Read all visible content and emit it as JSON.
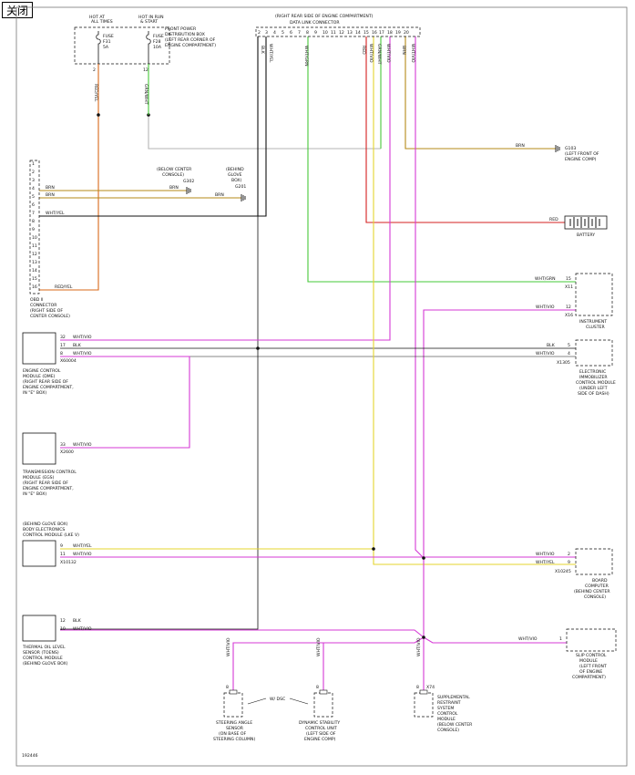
{
  "close_button": "关闭",
  "fuses": {
    "f31_header": [
      "HOT AT",
      "ALL TIMES"
    ],
    "f28_header": [
      "HOT IN RUN",
      "& START"
    ],
    "f31": [
      "FUSE",
      "F31",
      "5A"
    ],
    "f28": [
      "FUSE",
      "F28",
      "10A"
    ],
    "box": [
      "FRONT POWER",
      "DISTRIBUTION BOX",
      "(LEFT REAR CORNER OF",
      "ENGINE COMPARTMENT)"
    ],
    "pin_f31": "2",
    "pin_f28": "12"
  },
  "dlc": {
    "location": "(RIGHT REAR SIDE OF ENGINE COMPARTMENT)",
    "name": "DATA LINK CONNECTOR",
    "pins": [
      "2",
      "3",
      "4",
      "5",
      "6",
      "7",
      "8",
      "9",
      "10",
      "11",
      "12",
      "13",
      "14",
      "15",
      "16",
      "17",
      "18",
      "19",
      "20"
    ]
  },
  "wires": {
    "red_yel": "RED/YEL",
    "grn_wht": "GRN/WHT",
    "blk": "BLK",
    "wht_yel": "WHT/YEL",
    "wht_grn": "WHT/GRN",
    "red": "RED",
    "wht_vio": "WHT/VIO",
    "brn": "BRN"
  },
  "obd": {
    "pins": [
      "1",
      "2",
      "3",
      "4",
      "5",
      "6",
      "7",
      "8",
      "9",
      "10",
      "11",
      "12",
      "13",
      "14",
      "15",
      "16"
    ],
    "label": [
      "OBD II",
      "CONNECTOR",
      "(RIGHT SIDE OF",
      "CENTER CONSOLE)"
    ]
  },
  "grounds": {
    "g302_loc": [
      "(BELOW CENTER",
      "CONSOLE)"
    ],
    "g302": "G302",
    "g201_loc": [
      "(BEHIND",
      "GLOVE",
      "BOX)"
    ],
    "g201": "G201",
    "g103": "G103",
    "g103_loc": [
      "(LEFT FRONT OF",
      "ENGINE COMP)"
    ]
  },
  "battery": "BATTERY",
  "ecm": {
    "pins": [
      "32",
      "17",
      "8"
    ],
    "connector": "X60004",
    "label": [
      "ENGINE CONTROL",
      "MODULE (DME)",
      "(RIGHT REAR SIDE OF",
      "ENGINE COMPARTMENT,",
      "IN \"E\" BOX)"
    ]
  },
  "tcm": {
    "pin": "33",
    "connector": "X2600",
    "label": [
      "TRANSMISSION CONTROL",
      "MODULE (EGS)",
      "(RIGHT REAR SIDE OF",
      "ENGINE COMPARTMENT,",
      "IN \"E\" BOX)"
    ]
  },
  "gm": {
    "loc": "(BEHIND GLOVE BOX)",
    "label": [
      "BODY ELECTRONICS",
      "CONTROL MODULE (LKE V)"
    ],
    "pins": [
      "9",
      "11"
    ],
    "connector": "X10132"
  },
  "oil": {
    "pins": [
      "12",
      "10"
    ],
    "label": [
      "THERMAL OIL LEVEL",
      "SENSOR (TOENS)",
      "CONTROL MODULE",
      "(BEHIND GLOVE BOX)"
    ]
  },
  "cluster": {
    "pins": [
      "15",
      "12"
    ],
    "connectors": [
      "X11",
      "X16"
    ],
    "label": [
      "INSTRUMENT",
      "CLUSTER"
    ]
  },
  "ews": {
    "pins": [
      "5",
      "4"
    ],
    "connector": "X1305",
    "label": [
      "ELECTRONIC",
      "IMMOBILIZER",
      "CONTROL MODULE",
      "(UNDER LEFT",
      "SIDE OF DASH)"
    ]
  },
  "obc": {
    "pins": [
      "2",
      "9"
    ],
    "connector": "X10245",
    "label": [
      "BOARD",
      "COMPUTER",
      "(BEHIND CENTER",
      "CONSOLE)"
    ]
  },
  "asc": {
    "pin": "1",
    "label": [
      "SLIP CONTROL",
      "MODULE",
      "(LEFT FRONT",
      "OF ENGINE",
      "COMPARTMENT)"
    ]
  },
  "sas": {
    "pin": "8",
    "label": [
      "STEERING ANGLE",
      "SENSOR",
      "(ON BASE OF",
      "STEERING COLUMN)"
    ]
  },
  "dsc": {
    "pin": "8",
    "label": [
      "DYNAMIC STABILITY",
      "CONTROL UNIT",
      "(LEFT SIDE OF",
      "ENGINE COMP)"
    ]
  },
  "w_dsc": "W/ DSC",
  "srs": {
    "pin": "8",
    "connector": "X74",
    "label": [
      "SUPPLEMENTAL",
      "RESTRAINT",
      "SYSTEM",
      "CONTROL",
      "MODULE",
      "(BELOW CENTER",
      "CONSOLE)"
    ]
  },
  "figure_id": "192446",
  "colors": {
    "pink": "#d63ad6",
    "orange": "#d8691a",
    "yellow": "#e4d42e",
    "green": "#46c83a",
    "red": "#d42020",
    "brown": "#b58a17",
    "black": "#111111",
    "gray": "#b4b4b4",
    "frame": "#777777"
  }
}
